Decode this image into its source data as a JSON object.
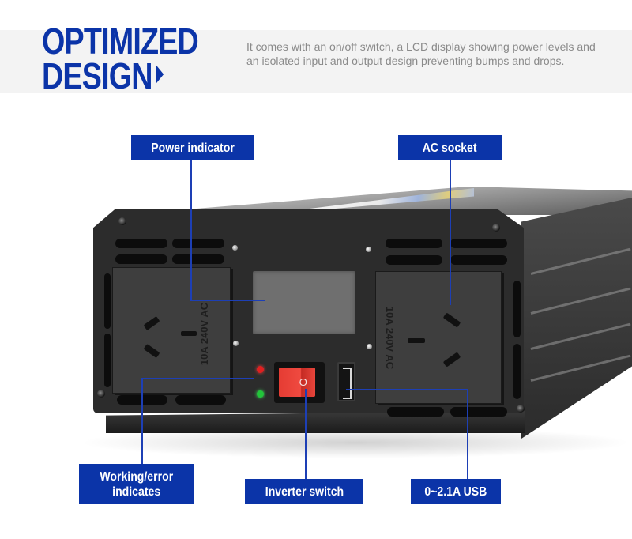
{
  "header": {
    "title_line1": "OPTIMIZED",
    "title_line2": "DESIGN",
    "arrow_icon": "triangle-right",
    "description": "It comes with an on/off switch, a LCD display showing power levels and an isolated input and output design preventing bumps and drops."
  },
  "callouts": {
    "power_indicator": "Power indicator",
    "ac_socket": "AC socket",
    "working_error_line1": "Working/error",
    "working_error_line2": "indicates",
    "inverter_switch": "Inverter switch",
    "usb": "0~2.1A USB"
  },
  "device": {
    "left_socket_rating": "10A 240V AC",
    "right_socket_rating": "10A 240V AC",
    "switch_off_symbol": "–",
    "switch_on_symbol": "O",
    "led_colors": {
      "error": "#e02020",
      "working": "#22c43a"
    }
  },
  "colors": {
    "brand_blue": "#0b34a8",
    "description_gray": "#8a8a8a",
    "band_gray": "#f3f3f3"
  }
}
